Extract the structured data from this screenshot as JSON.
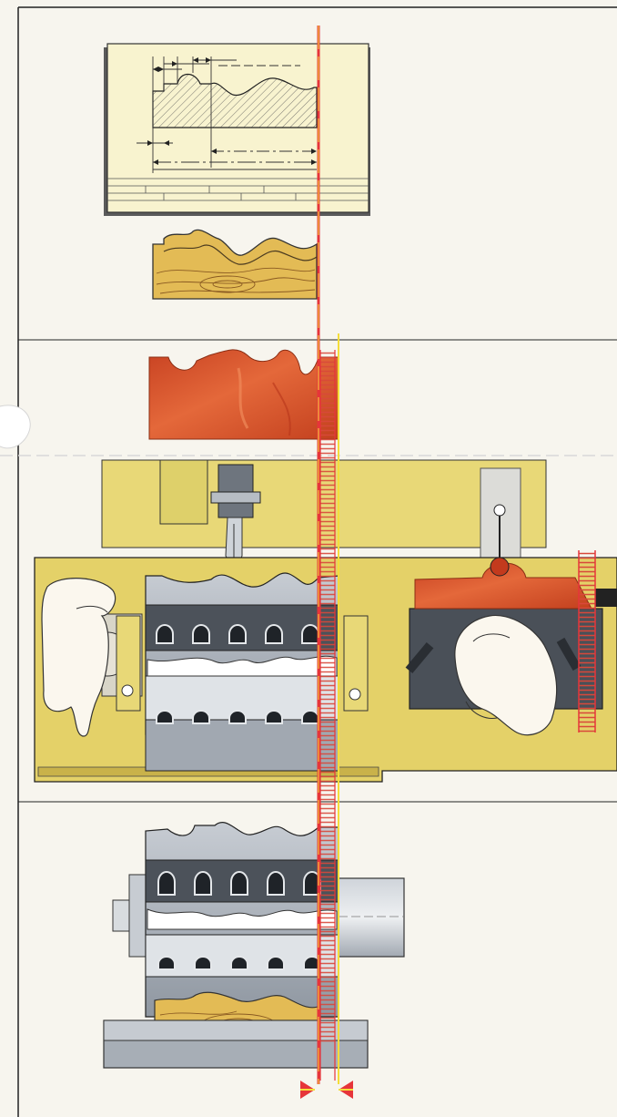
{
  "figure": {
    "panels": [
      "profile-template",
      "reference-profile",
      "profile-grinding",
      "cutter-head"
    ],
    "colors": {
      "paper": "#f7f5ee",
      "frame": "#202020",
      "wood": "#e3bb55",
      "grain": "#8a5a22",
      "copper": "#d9542a",
      "steel": "#9ea6b0",
      "steel_dark": "#4a5058",
      "machine": "#e4d168",
      "accent_red": "#e6353a",
      "accent_yellow": "#f4dd3a",
      "hand": "#fbf7ee"
    },
    "icons": [
      "hand-icon",
      "lever-icon",
      "rack-scale-icon",
      "arrow-marker-icon"
    ]
  }
}
